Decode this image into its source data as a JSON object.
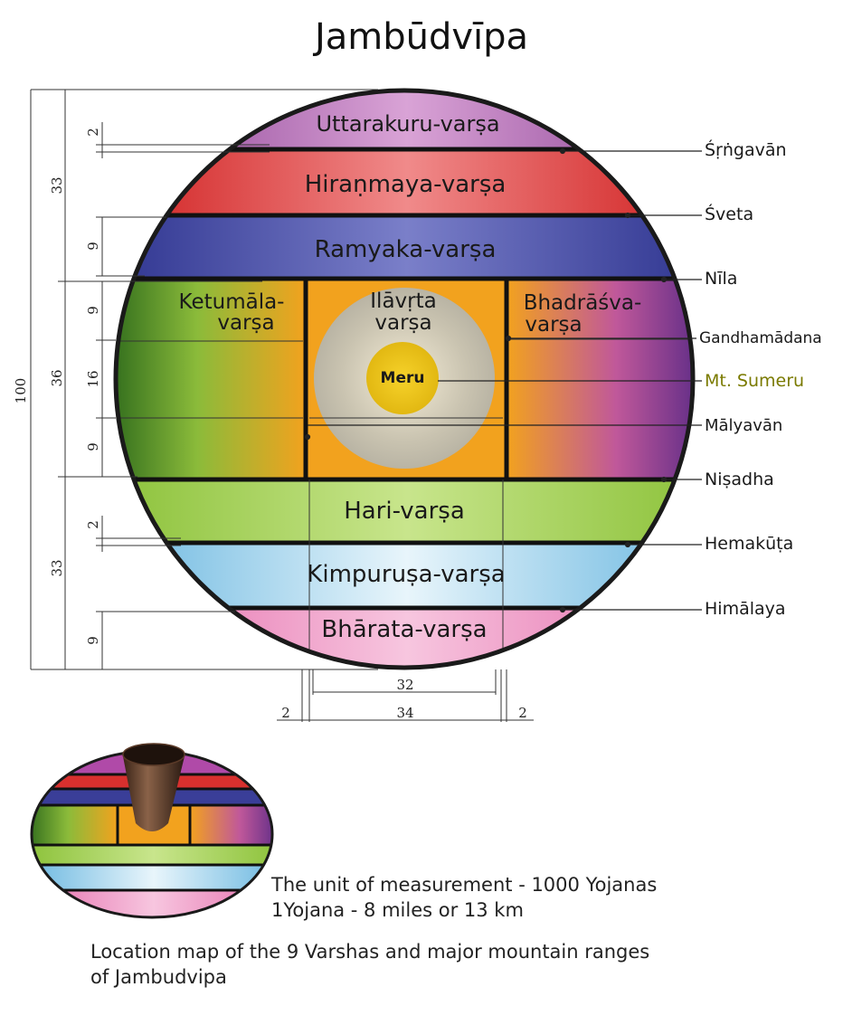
{
  "title": "Jambūdvīpa",
  "regions": {
    "uttarakuru": "Uttarakuru-varṣa",
    "hiranmaya": "Hiraṇmaya-varṣa",
    "ramyaka": "Ramyaka-varṣa",
    "ketumala_1": "Ketumāla-",
    "ketumala_2": "varṣa",
    "ilavrta_1": "Ilāvṛta",
    "ilavrta_2": "varṣa",
    "bhadrasva_1": "Bhadrāśva-",
    "bhadrasva_2": "varṣa",
    "meru": "Meru",
    "hari": "Hari-varṣa",
    "kimpurusa": "Kimpuruṣa-varṣa",
    "bharata": "Bhārata-varṣa"
  },
  "mountains": {
    "srngavan": "Śṛṅgavān",
    "sveta": "Śveta",
    "nila": "Nīla",
    "gandhamadana": "Gandhamādana",
    "sumeru": "Mt. Sumeru",
    "malyavan": "Mālyavān",
    "nisadha": "Niṣadha",
    "hemakuta": "Hemakūṭa",
    "himalaya": "Himālaya"
  },
  "dimensions": {
    "total": "100",
    "north": "33",
    "middle": "36",
    "south": "33",
    "n_mount": "2",
    "n_varsa": "9",
    "m_top": "9",
    "m_center": "16",
    "m_bottom": "9",
    "s_mount": "2",
    "s_varsa": "9",
    "ilavrta_inner": "32",
    "ilavrta_outer": "34",
    "left_mount": "2",
    "right_mount": "2"
  },
  "captions": {
    "unit_line1": "The unit of measurement - 1000 Yojanas",
    "unit_line2": "1Yojana - 8 miles or 13 km",
    "location_line1": "Location map of the 9 Varshas and major mountain ranges",
    "location_line2": "of Jambudvipa"
  },
  "colors": {
    "uttarakuru": "#9b4fa3",
    "hiranmaya": "#e02a2a",
    "ramyaka": "#3a3e98",
    "green": "#8cc23a",
    "orange": "#f2a21e",
    "purple": "#6a2f8e",
    "hari": "#9ccd48",
    "kimpurusa": "#7ec3e6",
    "bharata": "#ea77b4",
    "meru": "#e8c31a",
    "sumeru_label": "#7a7a00"
  }
}
